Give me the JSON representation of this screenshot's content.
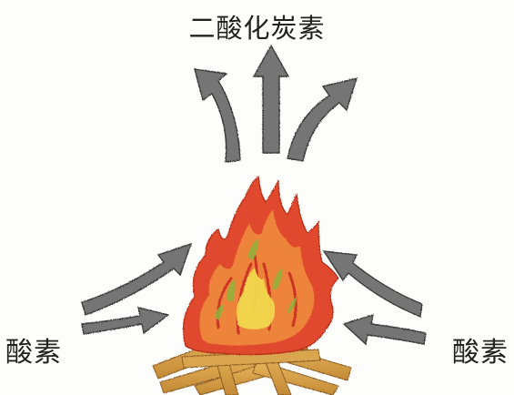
{
  "labels": {
    "top": "二酸化炭素",
    "left": "酸素",
    "right": "酸素"
  },
  "colors": {
    "arrow": "#707070",
    "arrow_edge": "#3a3a3a",
    "flame_red": "#e0452b",
    "flame_orange": "#f08a3c",
    "flame_yellow": "#f2d64b",
    "flame_green": "#8cb33a",
    "wood": "#d8a24a",
    "wood_dark": "#9a6a2a"
  },
  "icons": {
    "fire": "campfire-icon",
    "arrow": "arrow-icon"
  }
}
